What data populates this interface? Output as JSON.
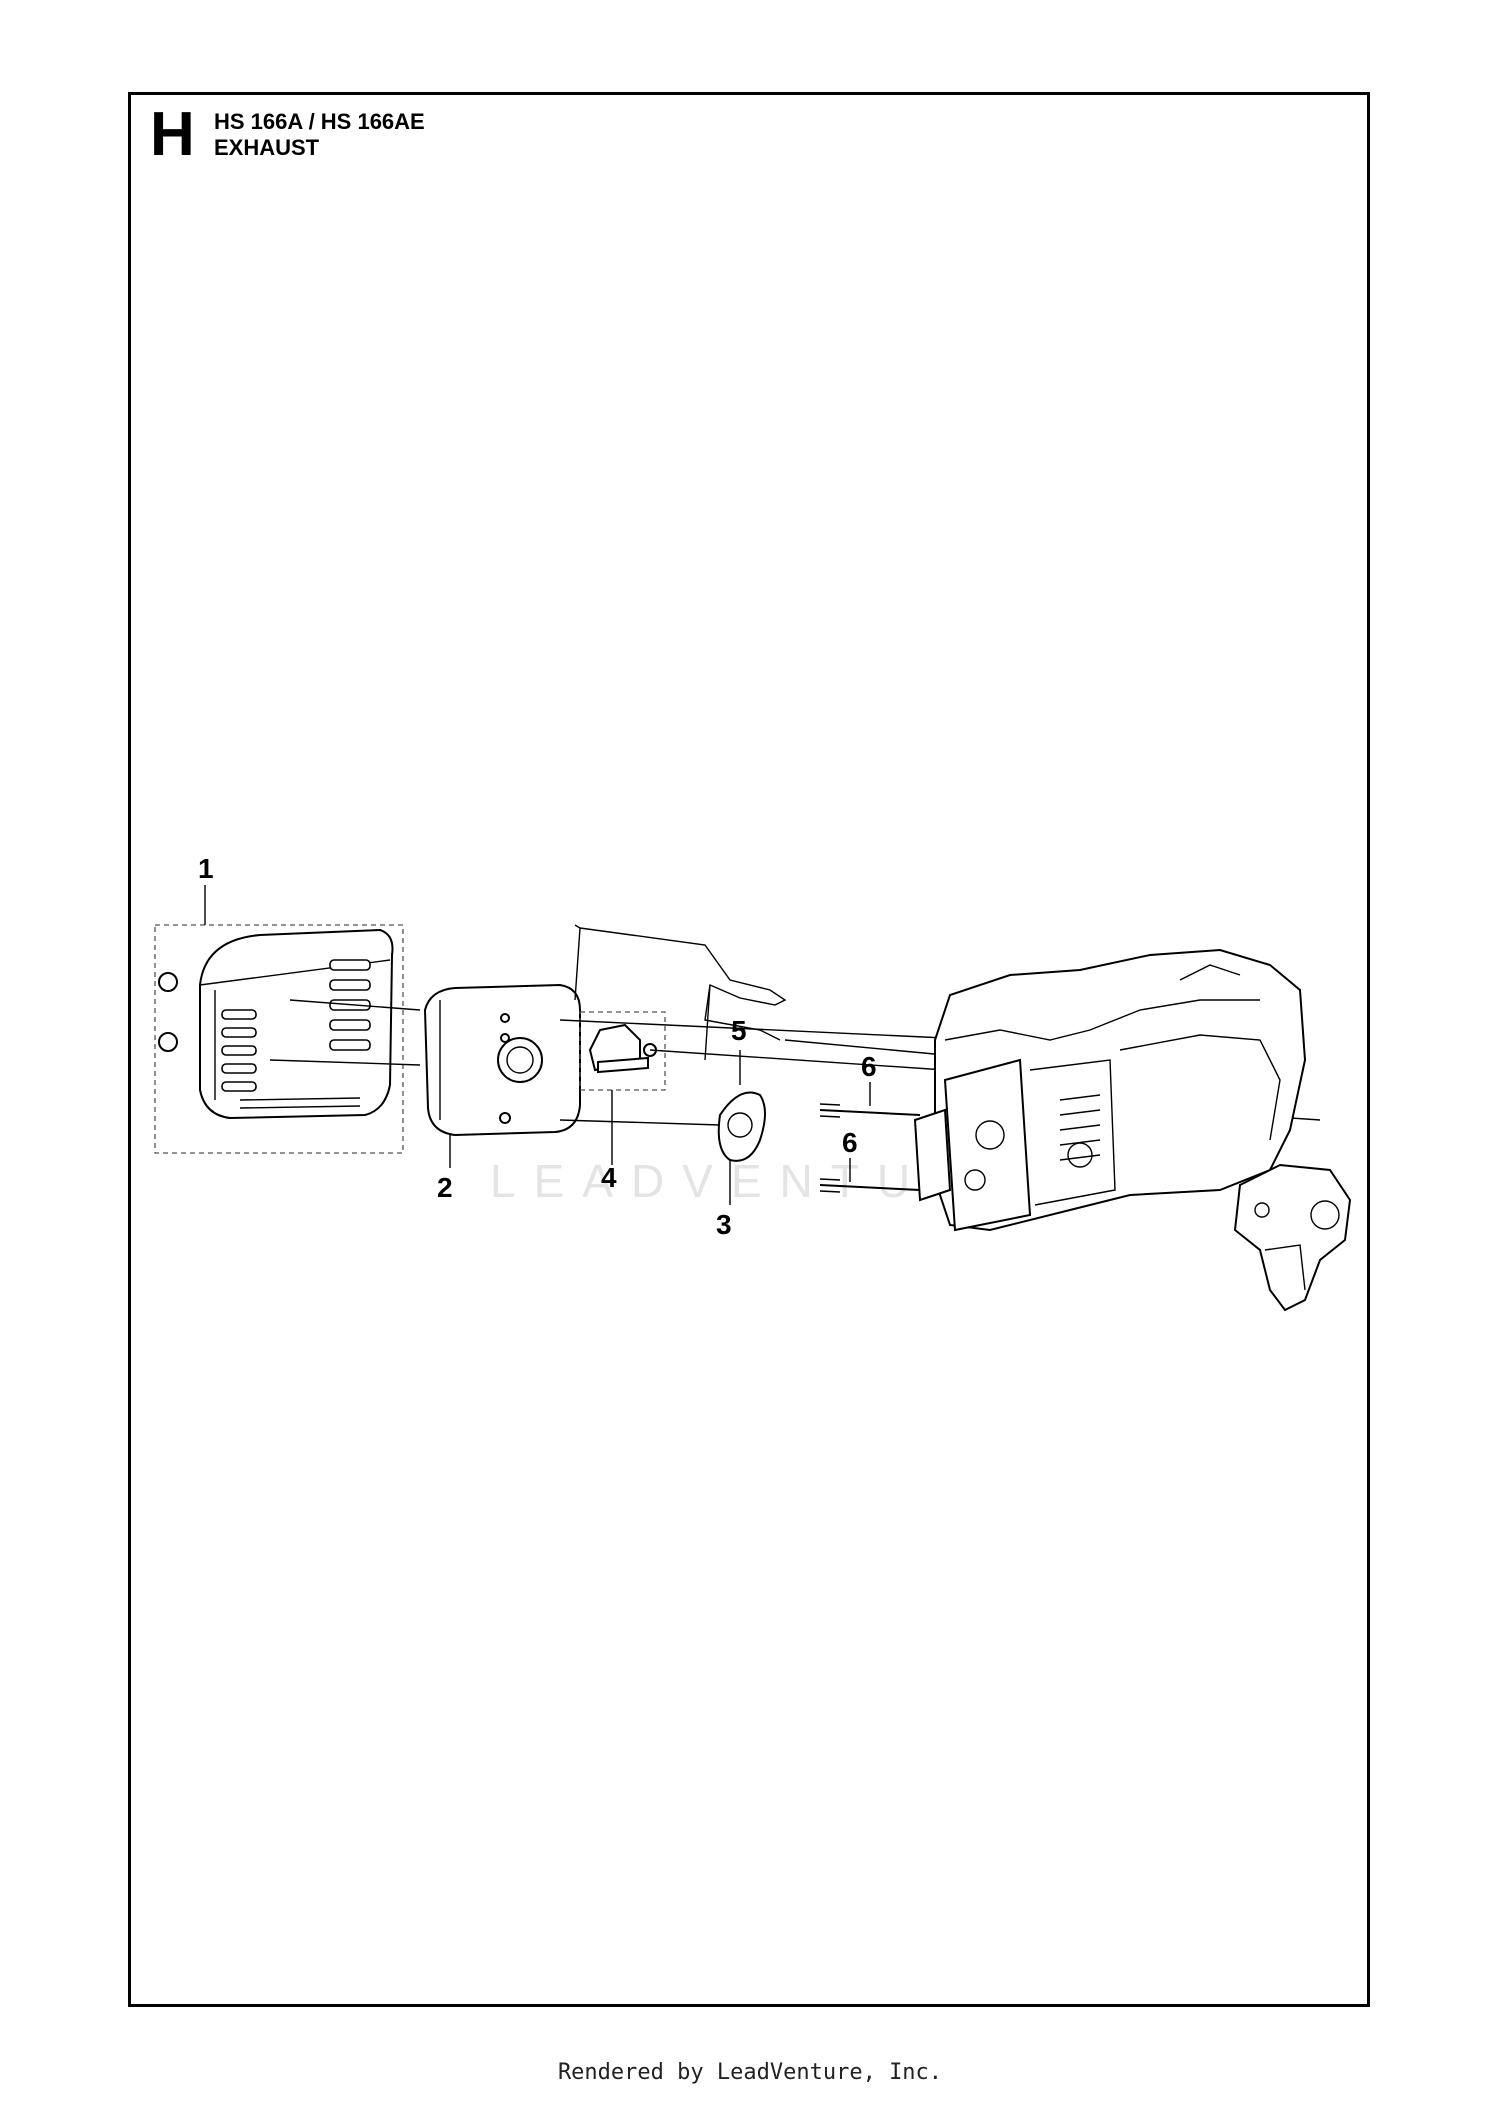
{
  "header": {
    "section_letter": "H",
    "model": "HS 166A / HS 166AE",
    "section_title": "EXHAUST"
  },
  "callouts": [
    {
      "id": "c1",
      "label": "1"
    },
    {
      "id": "c2",
      "label": "2"
    },
    {
      "id": "c3",
      "label": "3"
    },
    {
      "id": "c4",
      "label": "4"
    },
    {
      "id": "c5",
      "label": "5"
    },
    {
      "id": "c6a",
      "label": "6"
    },
    {
      "id": "c6b",
      "label": "6"
    }
  ],
  "watermark": "LEADVENTURE",
  "footer": "Rendered by LeadVenture, Inc."
}
